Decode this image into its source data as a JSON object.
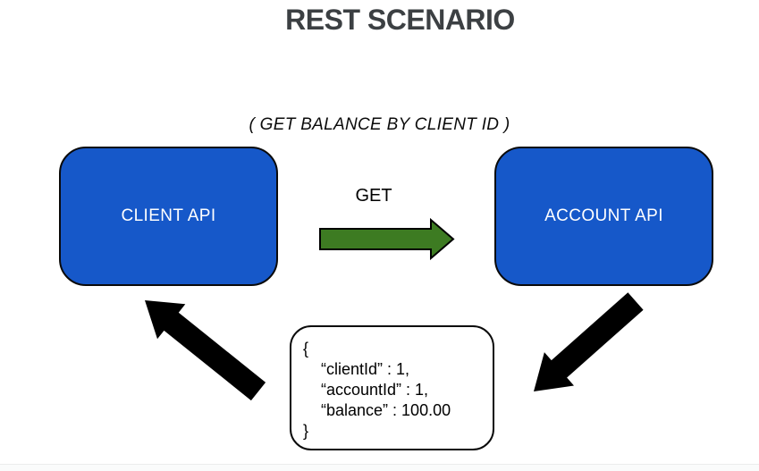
{
  "title": "REST SCENARIO",
  "subtitle": "( GET BALANCE BY CLIENT ID )",
  "nodes": {
    "client": {
      "label": "CLIENT API"
    },
    "account": {
      "label": "ACCOUNT API"
    }
  },
  "request": {
    "method_label": "GET"
  },
  "response_box": {
    "lines": {
      "open_brace": "{",
      "client_id": "“clientId” : 1,",
      "account_id": "“accountId” : 1,",
      "balance": "“balance” : 100.00",
      "close_brace": "}"
    }
  },
  "colors": {
    "node_fill": "#1658c9",
    "node_border": "#0a0a0a",
    "node_text": "#ffffff",
    "request_arrow_fill": "#3d7b22",
    "response_arrow_fill": "#000000",
    "title_text": "#3c4043"
  }
}
